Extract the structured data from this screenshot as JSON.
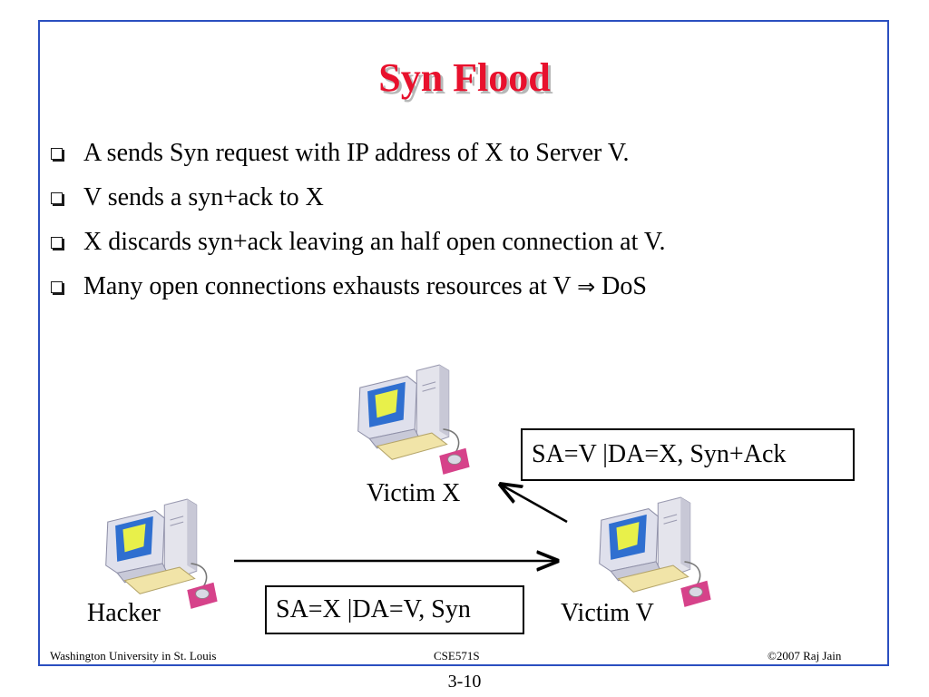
{
  "slide": {
    "title": "Syn Flood",
    "bullets": [
      "A sends Syn request with IP address of X to Server V.",
      "V sends a syn+ack to X",
      "X discards syn+ack leaving an half open connection at V.",
      "Many open connections exhausts resources at V "
    ],
    "bullet4_suffix": " DoS",
    "arrow_glyph": "⇒"
  },
  "diagram": {
    "victim_x_label": "Victim X",
    "victim_v_label": "Victim V",
    "hacker_label": "Hacker",
    "packet_synack": "SA=V |DA=X, Syn+Ack",
    "packet_syn": "SA=X |DA=V, Syn",
    "computer_icon": "desktop-computer-icon"
  },
  "footer": {
    "left": "Washington University in St. Louis",
    "center": "CSE571S",
    "right": "©2007 Raj Jain",
    "page_number": "3-10"
  },
  "colors": {
    "title": "#e8112d",
    "border": "#2b4fc0"
  }
}
